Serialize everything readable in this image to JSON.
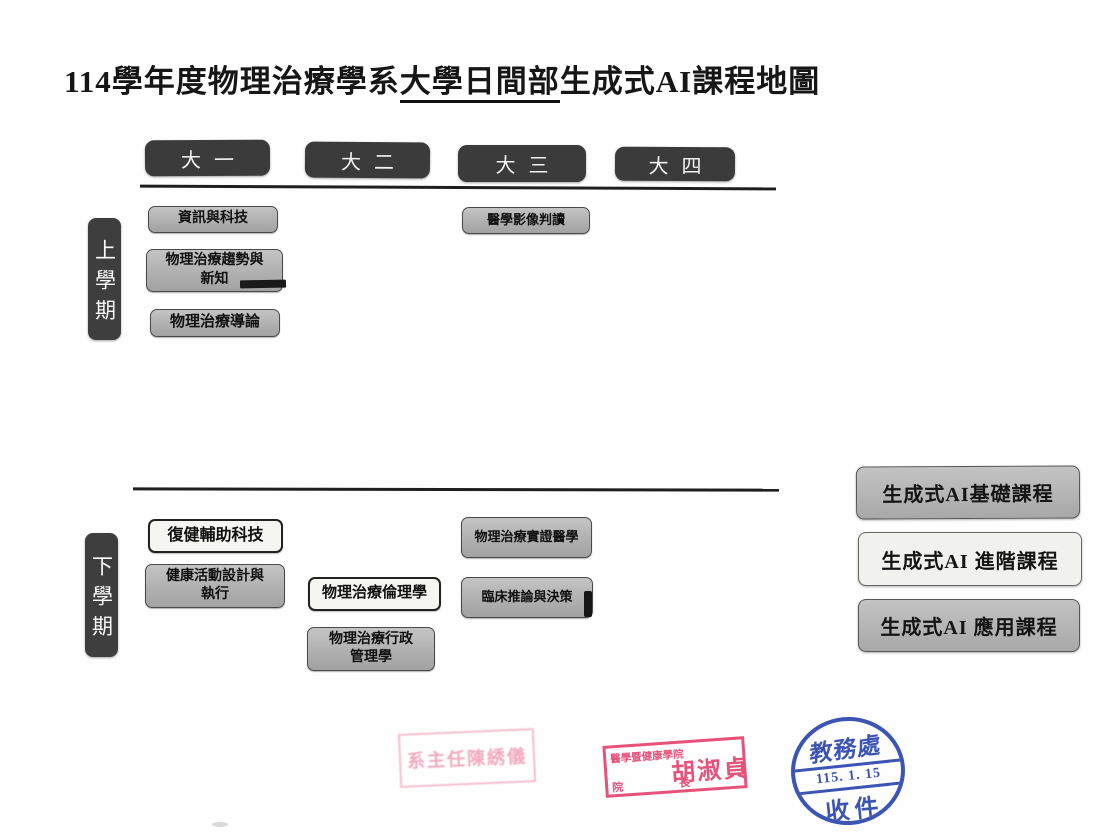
{
  "title": {
    "part1": "114學年度物理治療學系",
    "underlined": "大學日間部",
    "part2": "生成式AI課程地圖"
  },
  "year_headers": [
    {
      "label": "大一"
    },
    {
      "label": "大二"
    },
    {
      "label": "大三"
    },
    {
      "label": "大四"
    }
  ],
  "semesters": [
    {
      "label": "上學期"
    },
    {
      "label": "下學期"
    }
  ],
  "courses": [
    {
      "label": "資訊與科技",
      "year": "大一",
      "semester": "上學期",
      "box_style": "gray"
    },
    {
      "label": "物理治療趨勢與\n新知",
      "year": "大一",
      "semester": "上學期",
      "box_style": "gray"
    },
    {
      "label": "物理治療導論",
      "year": "大一",
      "semester": "上學期",
      "box_style": "gray"
    },
    {
      "label": "醫學影像判讀",
      "year": "大三",
      "semester": "上學期",
      "box_style": "gray"
    },
    {
      "label": "復健輔助科技",
      "year": "大一",
      "semester": "下學期",
      "box_style": "light"
    },
    {
      "label": "健康活動設計與\n執行",
      "year": "大一",
      "semester": "下學期",
      "box_style": "gray"
    },
    {
      "label": "物理治療倫理學",
      "year": "大二",
      "semester": "下學期",
      "box_style": "light"
    },
    {
      "label": "物理治療行政\n管理學",
      "year": "大二",
      "semester": "下學期",
      "box_style": "gray"
    },
    {
      "label": "物理治療實證醫學",
      "year": "大三",
      "semester": "下學期",
      "box_style": "gray"
    },
    {
      "label": "臨床推論與決策",
      "year": "大三",
      "semester": "下學期",
      "box_style": "gray"
    }
  ],
  "legend": [
    {
      "label": "生成式AI基礎課程",
      "box_style": "gray"
    },
    {
      "label": "生成式AI 進階課程",
      "box_style": "light"
    },
    {
      "label": "生成式AI 應用課程",
      "box_style": "gray"
    }
  ],
  "stamps": {
    "department_head": {
      "text": "系主任陳綉儀"
    },
    "dean": {
      "org": "醫學暨健康學院",
      "role_left": "院",
      "role_right": "長",
      "name": "胡淑貞"
    },
    "academic_affairs": {
      "office": "教務處",
      "date": "115. 1. 15",
      "action": "收件"
    }
  },
  "colors": {
    "header_dark": "#3b3b3b",
    "course_gray": "#b3b3b3",
    "course_light": "#f5f5f2",
    "stamp_red": "#e7527a",
    "stamp_faded_pink": "#eda8bd",
    "stamp_blue": "#3c55b4"
  }
}
